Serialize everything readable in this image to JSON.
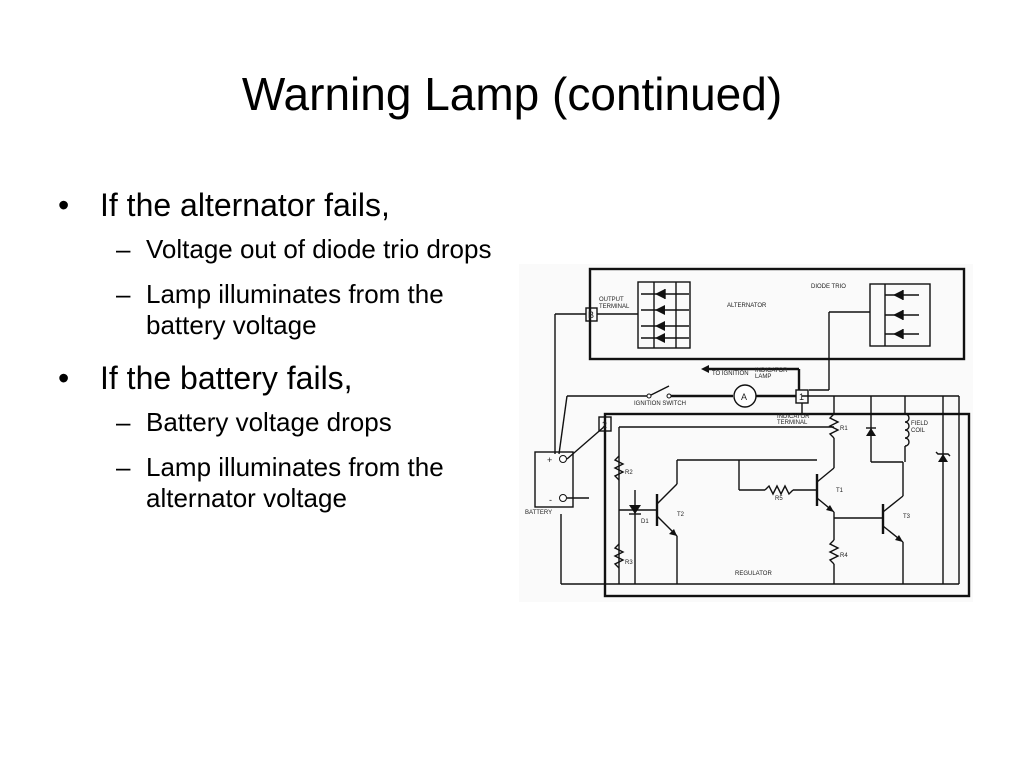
{
  "slide": {
    "title": "Warning Lamp (continued)",
    "bullets": [
      {
        "text": "If the alternator fails,",
        "subs": [
          "Voltage out of diode trio drops",
          "Lamp illuminates from the battery voltage"
        ]
      },
      {
        "text": "If the battery fails,",
        "subs": [
          "Battery voltage drops",
          "Lamp illuminates from the alternator voltage"
        ]
      }
    ]
  },
  "diagram": {
    "labels": {
      "output_terminal_1": "OUTPUT",
      "output_terminal_2": "TERMINAL",
      "alternator": "ALTERNATOR",
      "diode_trio": "DIODE TRIO",
      "terminal_b": "B",
      "terminal_1": "1",
      "terminal_2": "2",
      "to_ignition": "TO IGNITION",
      "indicator_lamp_1": "INDICATOR",
      "indicator_lamp_2": "LAMP",
      "lamp_symbol": "A",
      "ignition_switch": "IGNITION SWITCH",
      "indicator_terminal_1": "INDICATOR",
      "indicator_terminal_2": "TERMINAL",
      "field_coil_1": "FIELD",
      "field_coil_2": "COIL",
      "battery": "BATTERY",
      "battery_plus": "+",
      "battery_minus": "-",
      "r1": "R1",
      "r2": "R2",
      "r3": "R3",
      "r4": "R4",
      "r5": "R5",
      "t1": "T1",
      "t2": "T2",
      "t3": "T3",
      "d1": "D1",
      "regulator": "REGULATOR"
    }
  }
}
